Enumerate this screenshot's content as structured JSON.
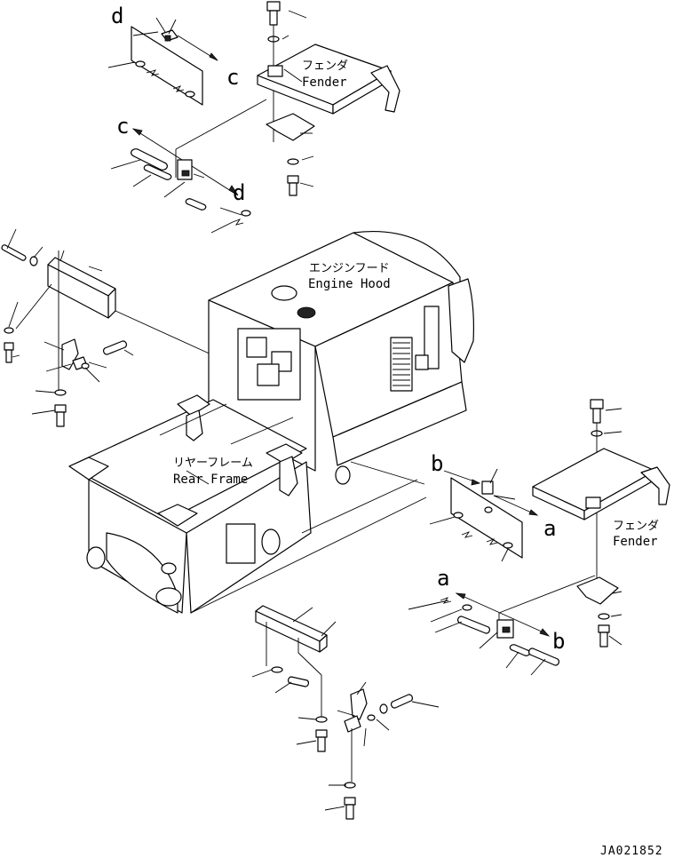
{
  "labels": {
    "fender_top_jp": "フェンダ",
    "fender_top_en": "Fender",
    "fender_right_jp": "フェンダ",
    "fender_right_en": "Fender",
    "engine_hood_jp": "エンジンフード",
    "engine_hood_en": "Engine Hood",
    "rear_frame_jp": "リヤーフレーム",
    "rear_frame_en": "Rear Frame",
    "ref_a1": "a",
    "ref_a2": "a",
    "ref_b1": "b",
    "ref_b2": "b",
    "ref_c1": "c",
    "ref_c2": "c",
    "ref_d1": "d",
    "ref_d2": "d",
    "drawing_code": "JA021852"
  }
}
